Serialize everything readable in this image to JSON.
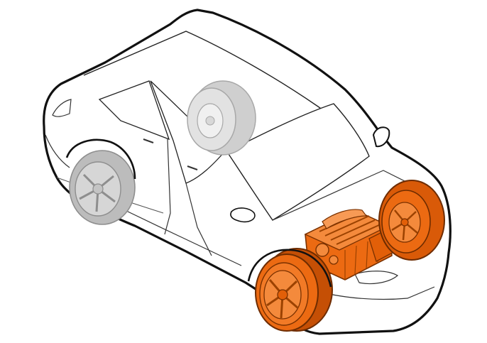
{
  "illustration": {
    "subject": "car-cutaway-drivetrain",
    "colors": {
      "background": "#ffffff",
      "outline": "#111111",
      "body_fill": "#ffffff",
      "ghost_fill": "#c9c9c9",
      "ghost_stroke": "#9a9a9a",
      "highlight_fill": "#ec6a12",
      "highlight_dark": "#b34700",
      "highlight_light": "#f79a55"
    },
    "highlighted_parts": [
      "front-left-wheel",
      "front-right-wheel",
      "engine",
      "front-axle"
    ],
    "ghosted_parts": [
      "rear-left-wheel",
      "spare-tire"
    ]
  }
}
